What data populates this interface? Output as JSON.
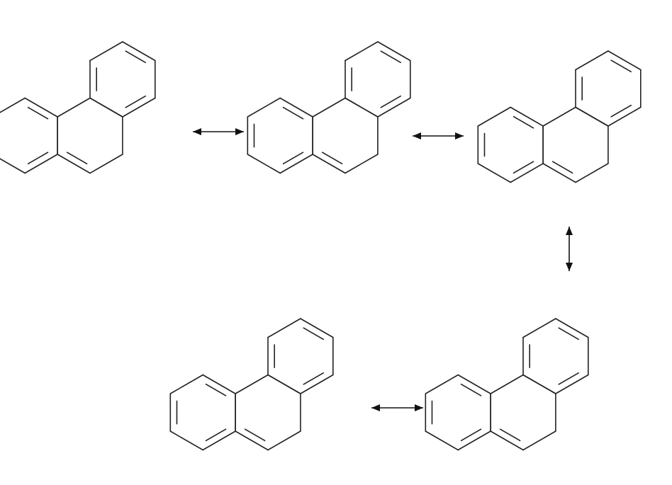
{
  "diagram": {
    "kind": "resonance-structures",
    "molecule": "phenanthrene",
    "structure_count": 5,
    "arrow_type": "double-headed-resonance",
    "line_color": "#222222",
    "arrow_color": "#111111",
    "background": "#ffffff",
    "structures": [
      {
        "id": "s1",
        "double_bonds": [
          [
            0,
            1
          ],
          [
            2,
            3
          ],
          [
            4,
            5
          ],
          [
            6,
            7
          ],
          [
            8,
            9
          ],
          [
            10,
            11
          ],
          [
            12,
            13
          ]
        ]
      },
      {
        "id": "s2",
        "double_bonds": [
          [
            0,
            1
          ],
          [
            2,
            3
          ],
          [
            4,
            5
          ],
          [
            6,
            7
          ],
          [
            8,
            9
          ],
          [
            10,
            11
          ],
          [
            12,
            13
          ]
        ]
      },
      {
        "id": "s3",
        "double_bonds": [
          [
            0,
            1
          ],
          [
            2,
            3
          ],
          [
            4,
            5
          ],
          [
            6,
            7
          ],
          [
            8,
            9
          ],
          [
            10,
            11
          ],
          [
            12,
            13
          ]
        ]
      },
      {
        "id": "s4",
        "double_bonds": [
          [
            0,
            1
          ],
          [
            2,
            3
          ],
          [
            4,
            5
          ],
          [
            6,
            7
          ],
          [
            8,
            9
          ],
          [
            10,
            11
          ],
          [
            12,
            13
          ]
        ]
      },
      {
        "id": "s5",
        "double_bonds": [
          [
            0,
            1
          ],
          [
            2,
            3
          ],
          [
            4,
            5
          ],
          [
            6,
            7
          ],
          [
            8,
            9
          ],
          [
            10,
            11
          ],
          [
            12,
            13
          ]
        ]
      }
    ],
    "arrows": [
      {
        "from": "s1",
        "to": "s2",
        "orientation": "horizontal"
      },
      {
        "from": "s2",
        "to": "s3",
        "orientation": "horizontal"
      },
      {
        "from": "s3",
        "to": "s5",
        "orientation": "vertical"
      },
      {
        "from": "s4",
        "to": "s5",
        "orientation": "horizontal"
      }
    ]
  }
}
